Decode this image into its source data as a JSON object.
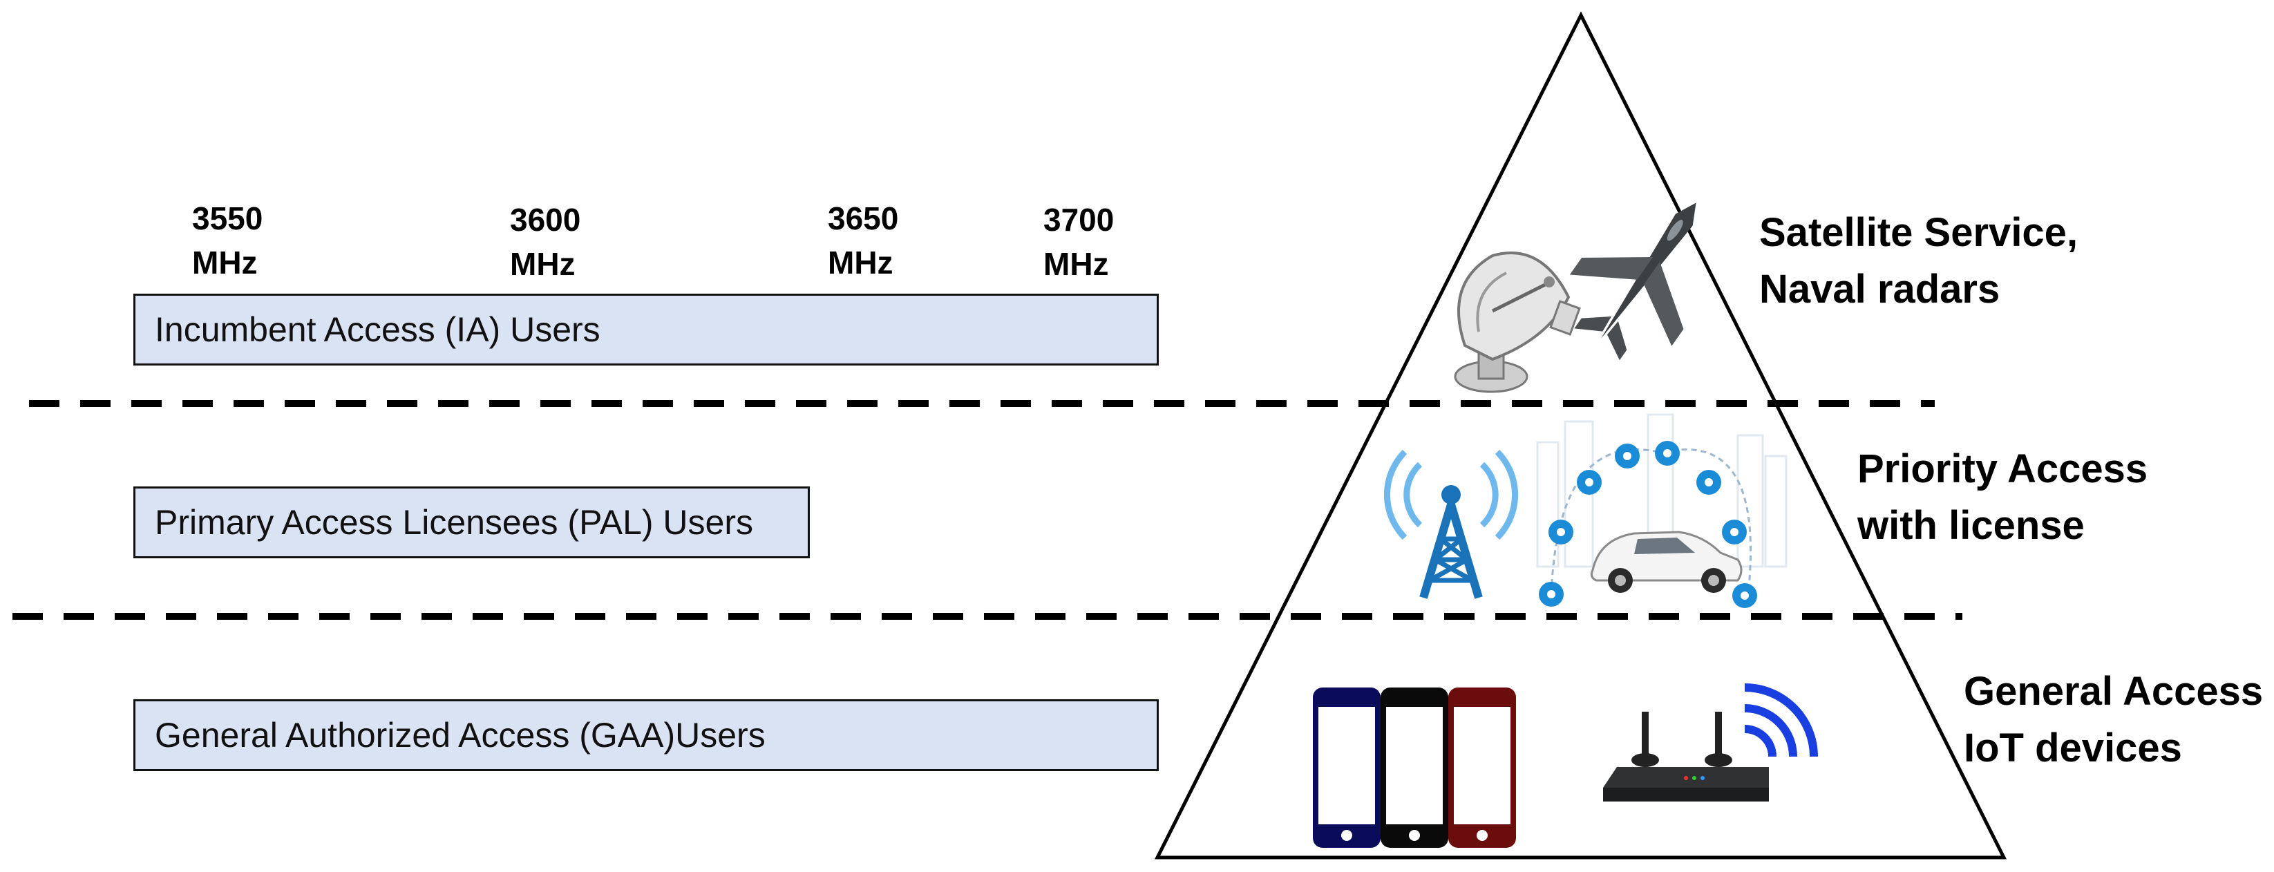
{
  "frequencies": [
    {
      "value": "3550",
      "unit": "MHz"
    },
    {
      "value": "3600",
      "unit": "MHz"
    },
    {
      "value": "3650",
      "unit": "MHz"
    },
    {
      "value": "3700",
      "unit": "MHz"
    }
  ],
  "bands": {
    "incumbent": "Incumbent Access (IA) Users",
    "pal": "Primary Access Licensees (PAL) Users",
    "gaa": "General Authorized Access (GAA)Users"
  },
  "tiers": {
    "top": {
      "line1": "Satellite Service,",
      "line2": "Naval radars"
    },
    "middle": {
      "line1": "Priority Access",
      "line2": "with license"
    },
    "bottom": {
      "line1": "General Access",
      "line2": "IoT devices"
    }
  },
  "icons": {
    "top": [
      "satellite-dish-icon",
      "fighter-jet-icon"
    ],
    "middle": [
      "cell-tower-icon",
      "connected-car-icon"
    ],
    "bottom": [
      "smartphones-icon",
      "wifi-router-icon"
    ]
  },
  "colors": {
    "band_fill": "#dae3f3",
    "tower_blue": "#1a73b8",
    "signal_blue": "#1a3fe0"
  }
}
